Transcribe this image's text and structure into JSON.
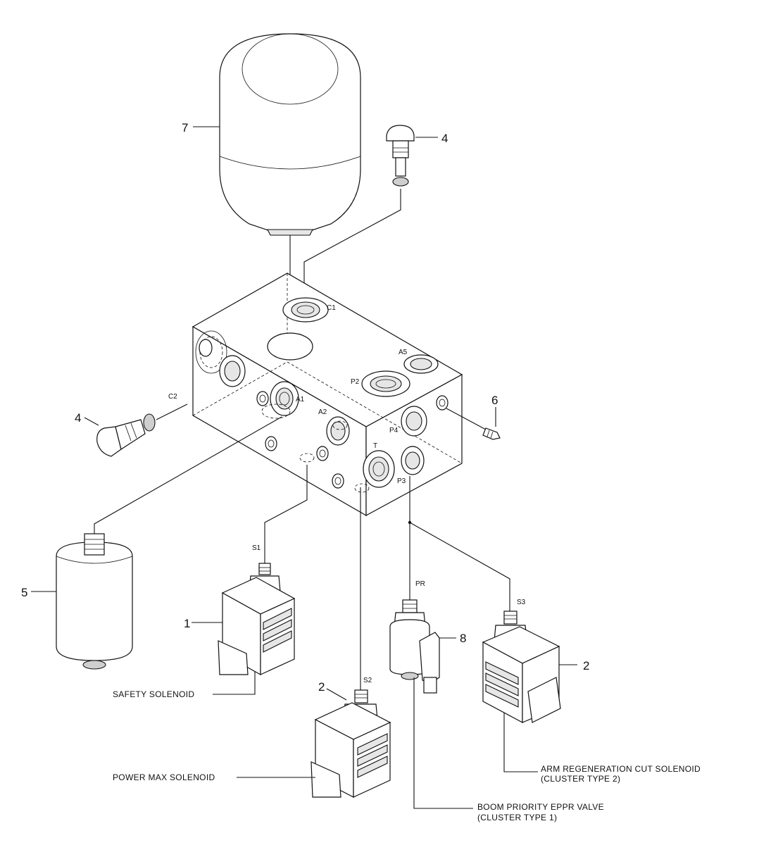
{
  "parts": {
    "accumulator": {
      "number": "7"
    },
    "plug_upper": {
      "number": "4"
    },
    "plug_left": {
      "number": "4"
    },
    "filter": {
      "number": "5"
    },
    "orifice": {
      "number": "6"
    },
    "safety_solenoid": {
      "number": "1",
      "caption": "SAFETY SOLENOID",
      "port": "S1"
    },
    "power_max_solenoid": {
      "number": "2",
      "caption": "POWER MAX SOLENOID",
      "port": "S2"
    },
    "boom_priority_valve": {
      "number": "8",
      "caption_line1": "BOOM PRIORITY EPPR VALVE",
      "caption_line2": "(CLUSTER TYPE 1)",
      "port": "PR"
    },
    "arm_regen_solenoid": {
      "number": "2",
      "caption_line1": "ARM REGENERATION CUT SOLENOID",
      "caption_line2": "(CLUSTER TYPE 2)",
      "port": "S3"
    }
  },
  "ports": {
    "c1": "C1",
    "c2": "C2",
    "a1": "A1",
    "a2": "A2",
    "a5": "A5",
    "p2": "P2",
    "p3": "P3",
    "p4": "P4",
    "t": "T"
  }
}
